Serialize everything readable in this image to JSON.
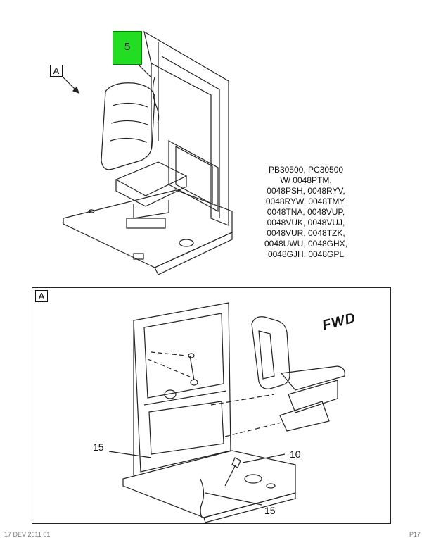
{
  "top_view": {
    "view_label": "A",
    "callout_5": "5",
    "applicability_lines": [
      "PB30500, PC30500",
      "W/ 0048PTM,",
      "0048PSH, 0048RYV,",
      "0048RYW, 0048TMY,",
      "0048TNA, 0048VUP,",
      "0048VUK, 0048VUJ,",
      "0048VUR, 0048TZK,",
      "0048UWU, 0048GHX,",
      "0048GJH, 0048GPL"
    ]
  },
  "detail_view": {
    "frame_label": "A",
    "fwd_text": "FWD",
    "callout_15_left": "15",
    "callout_10": "10",
    "callout_15_bottom": "15"
  },
  "footer": {
    "left": "17 DEV 2011 01",
    "right": "P17"
  }
}
